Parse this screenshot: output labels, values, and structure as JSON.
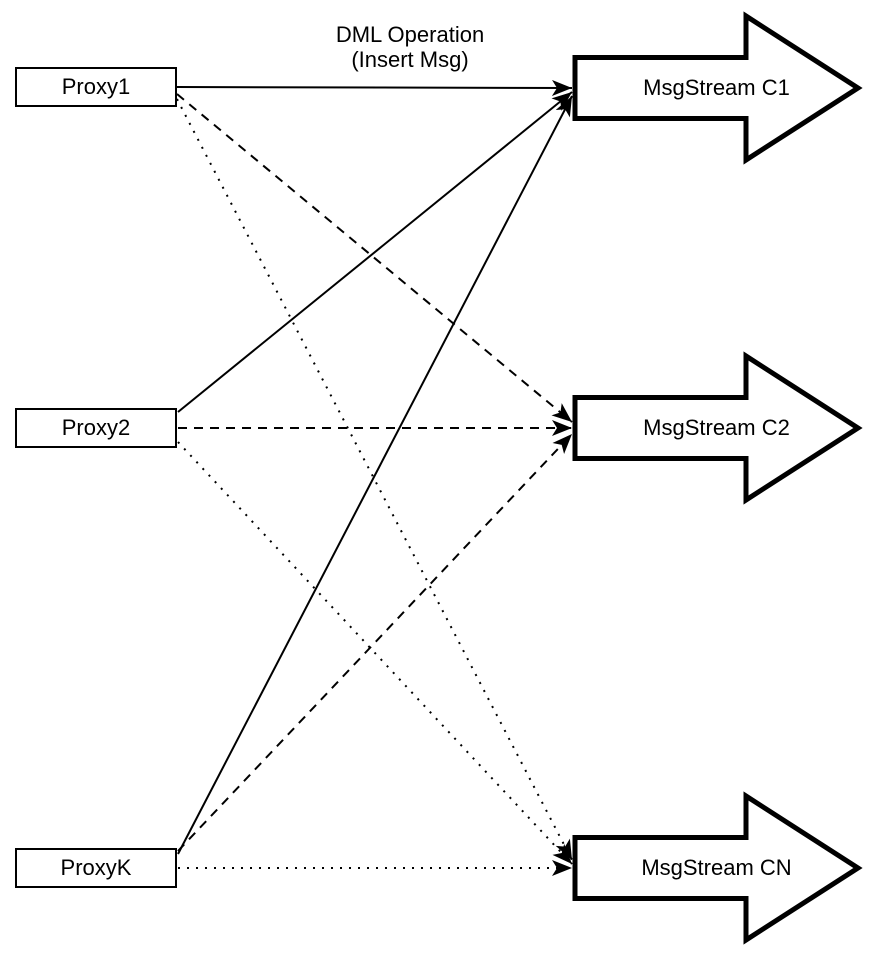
{
  "diagram": {
    "annotation": {
      "line1": "DML Operation",
      "line2": "(Insert Msg)"
    },
    "proxies": [
      {
        "id": "proxy1",
        "label": "Proxy1"
      },
      {
        "id": "proxy2",
        "label": "Proxy2"
      },
      {
        "id": "proxyk",
        "label": "ProxyK"
      }
    ],
    "streams": [
      {
        "id": "c1",
        "label": "MsgStream C1"
      },
      {
        "id": "c2",
        "label": "MsgStream C2"
      },
      {
        "id": "cn",
        "label": "MsgStream CN"
      }
    ],
    "edges": [
      {
        "from": "Proxy1",
        "to": "MsgStream C1",
        "style": "solid"
      },
      {
        "from": "Proxy2",
        "to": "MsgStream C1",
        "style": "solid"
      },
      {
        "from": "ProxyK",
        "to": "MsgStream C1",
        "style": "solid"
      },
      {
        "from": "Proxy1",
        "to": "MsgStream C2",
        "style": "dashed"
      },
      {
        "from": "Proxy2",
        "to": "MsgStream C2",
        "style": "dashed"
      },
      {
        "from": "ProxyK",
        "to": "MsgStream C2",
        "style": "dashed"
      },
      {
        "from": "Proxy1",
        "to": "MsgStream CN",
        "style": "dotted"
      },
      {
        "from": "Proxy2",
        "to": "MsgStream CN",
        "style": "dotted"
      },
      {
        "from": "ProxyK",
        "to": "MsgStream CN",
        "style": "dotted"
      }
    ],
    "colors": {
      "stroke": "#000000",
      "fill": "#ffffff",
      "background": "#ffffff"
    }
  }
}
